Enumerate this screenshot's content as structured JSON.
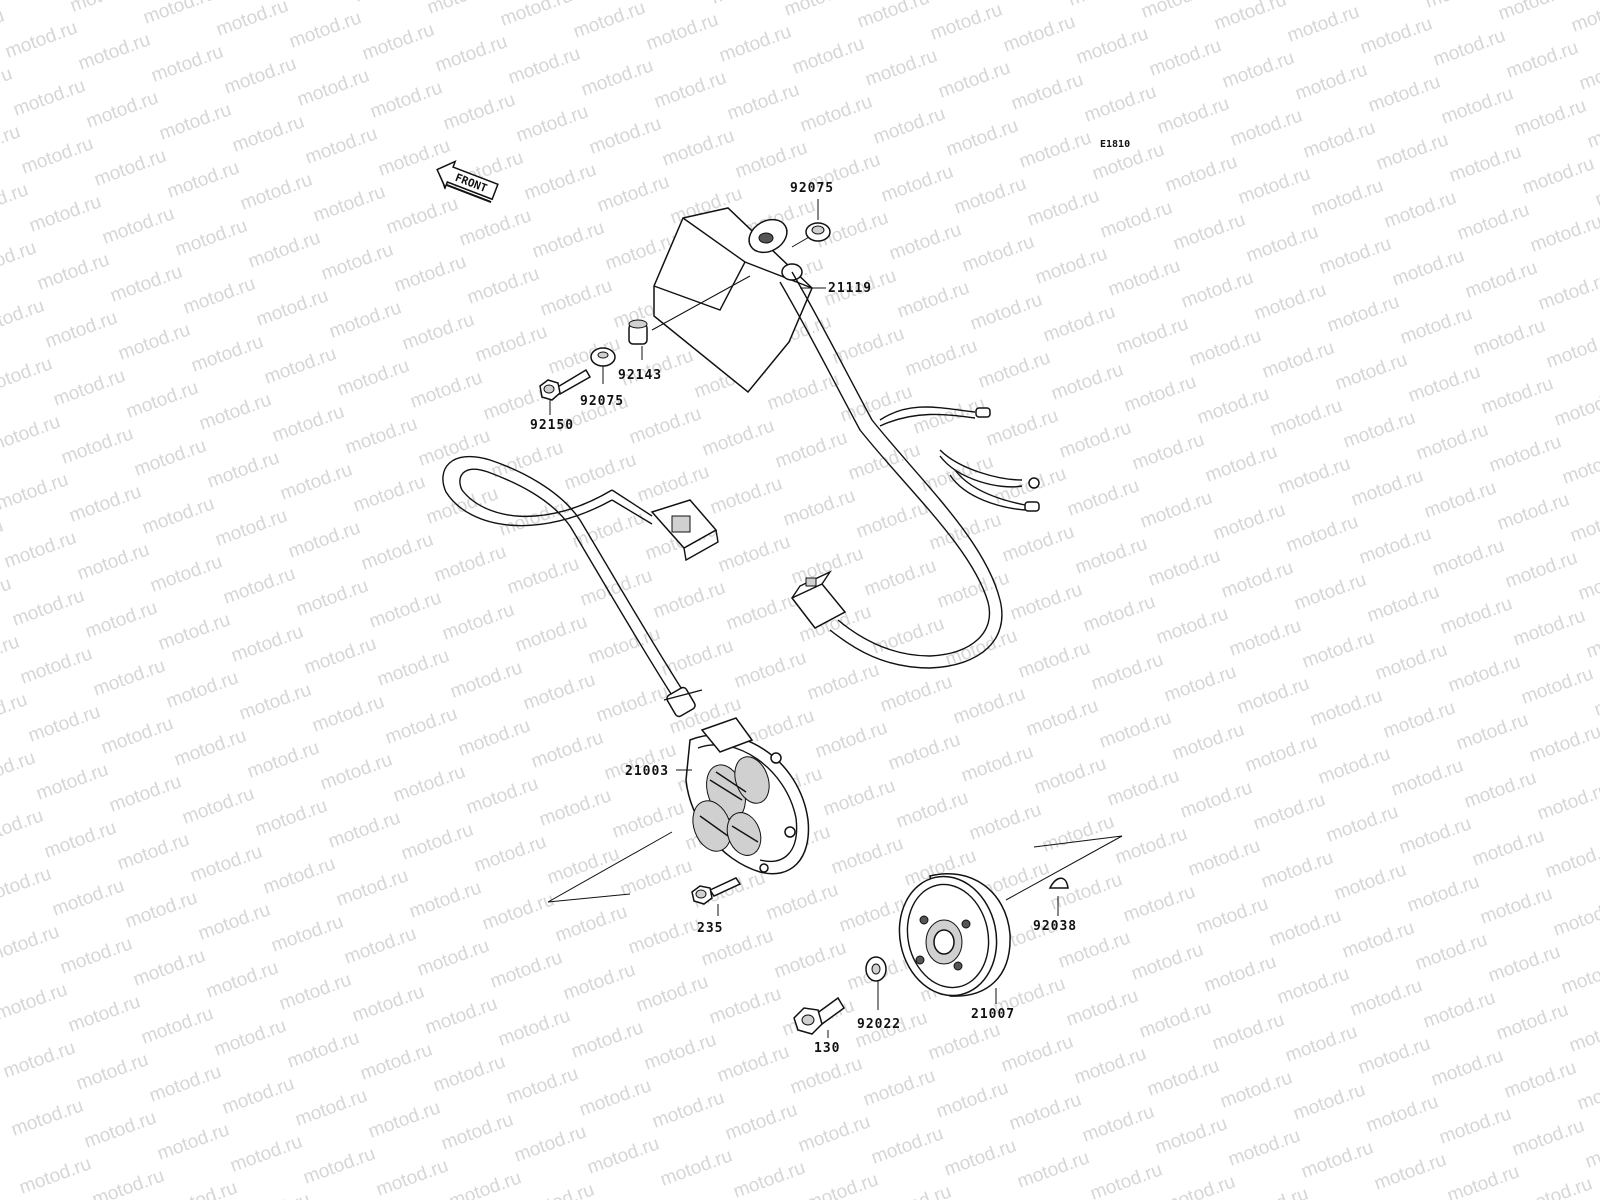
{
  "watermark": {
    "text": "motod.ru",
    "color": "#d6d6d6"
  },
  "reference_code": "E1810",
  "front_indicator": {
    "label": "FRONT",
    "icon": "front-arrow-icon"
  },
  "parts": [
    {
      "id": "p-92075-a",
      "label": "92075"
    },
    {
      "id": "p-21119",
      "label": "21119"
    },
    {
      "id": "p-92143",
      "label": "92143"
    },
    {
      "id": "p-92075-b",
      "label": "92075"
    },
    {
      "id": "p-92150",
      "label": "92150"
    },
    {
      "id": "p-21003",
      "label": "21003"
    },
    {
      "id": "p-235",
      "label": "235"
    },
    {
      "id": "p-92038",
      "label": "92038"
    },
    {
      "id": "p-21007",
      "label": "21007"
    },
    {
      "id": "p-92022",
      "label": "92022"
    },
    {
      "id": "p-130",
      "label": "130"
    }
  ]
}
